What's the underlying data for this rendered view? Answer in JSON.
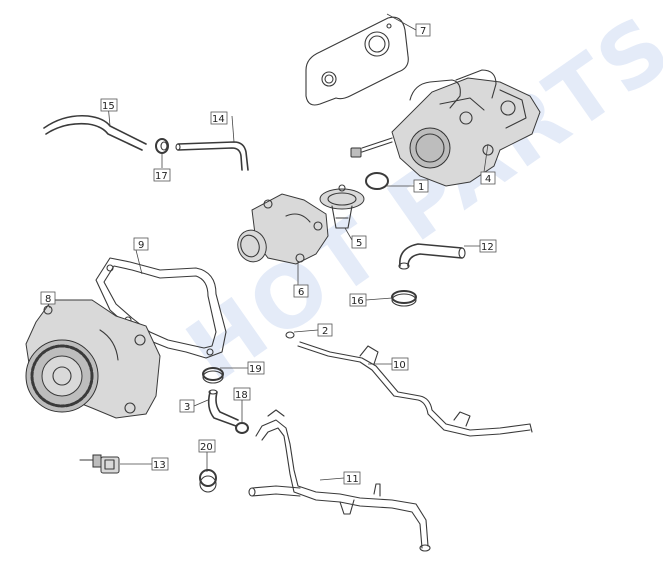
{
  "watermark": "HOT PARTS",
  "callouts": [
    {
      "id": "c1",
      "label": "1"
    },
    {
      "id": "c2",
      "label": "2"
    },
    {
      "id": "c3",
      "label": "3"
    },
    {
      "id": "c4",
      "label": "4"
    },
    {
      "id": "c5",
      "label": "5"
    },
    {
      "id": "c6",
      "label": "6"
    },
    {
      "id": "c7",
      "label": "7"
    },
    {
      "id": "c8",
      "label": "8"
    },
    {
      "id": "c9",
      "label": "9"
    },
    {
      "id": "c10",
      "label": "10"
    },
    {
      "id": "c11",
      "label": "11"
    },
    {
      "id": "c12",
      "label": "12"
    },
    {
      "id": "c13",
      "label": "13"
    },
    {
      "id": "c14",
      "label": "14"
    },
    {
      "id": "c15",
      "label": "15"
    },
    {
      "id": "c16",
      "label": "16"
    },
    {
      "id": "c17",
      "label": "17"
    },
    {
      "id": "c18",
      "label": "18"
    },
    {
      "id": "c19",
      "label": "19"
    },
    {
      "id": "c20",
      "label": "20"
    }
  ]
}
